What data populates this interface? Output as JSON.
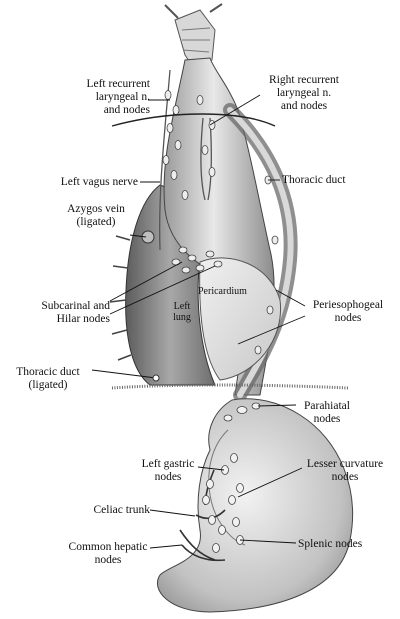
{
  "labels": {
    "left_recurrent": [
      "Left recurrent",
      "laryngeal n.",
      "and nodes"
    ],
    "right_recurrent": [
      "Right recurrent",
      "laryngeal n.",
      "and nodes"
    ],
    "left_vagus": "Left vagus nerve",
    "thoracic_duct": "Thoracic duct",
    "azygos": [
      "Azygos vein",
      "(ligated)"
    ],
    "subcarinal": [
      "Subcarinal and",
      "Hilar nodes"
    ],
    "pericardium": "Pericardium",
    "left_lung": [
      "Left",
      "lung"
    ],
    "periesophageal": [
      "Periesophogeal",
      "nodes"
    ],
    "thoracic_duct_ligated": [
      "Thoracic duct",
      "(ligated)"
    ],
    "parahiatal": [
      "Parahiatal",
      "nodes"
    ],
    "left_gastric": [
      "Left gastric",
      "nodes"
    ],
    "lesser_curvature": [
      "Lesser curvature",
      "nodes"
    ],
    "celiac_trunk": "Celiac trunk",
    "common_hepatic": [
      "Common hepatic",
      "nodes"
    ],
    "splenic": "Splenic nodes"
  },
  "colors": {
    "ink": "#111111",
    "tissue_dark": "#8a8a8a",
    "tissue_mid": "#b9b9b9",
    "tissue_light": "#e4e4e4"
  }
}
